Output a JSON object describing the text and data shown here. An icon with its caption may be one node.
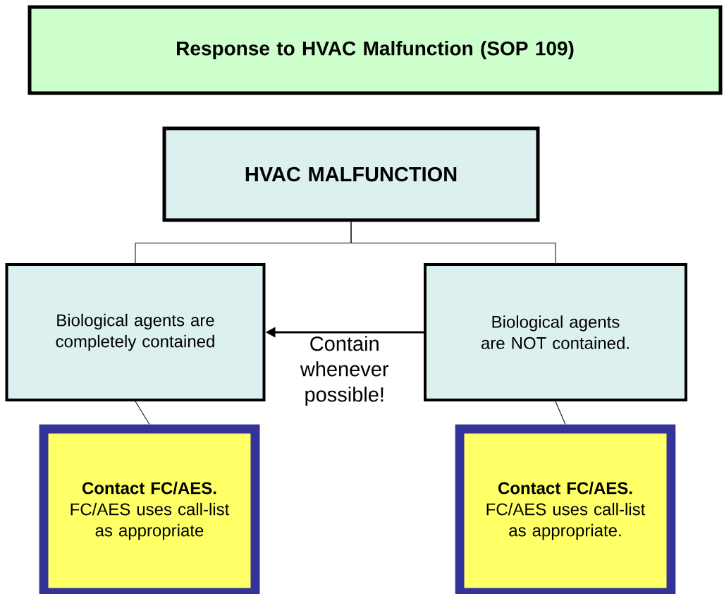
{
  "diagram": {
    "nodes": [
      {
        "text": [
          "Response to HVAC Malfunction (SOP 109)"
        ]
      },
      {
        "text": [
          "HVAC MALFUNCTION"
        ]
      },
      {
        "text": [
          "Biological agents are completely contained"
        ]
      },
      {
        "text": [
          "Biological agents are NOT contained."
        ]
      },
      {
        "text": [
          "Contact FC/AES.",
          "FC/AES uses call-list as appropriate"
        ]
      },
      {
        "text": [
          "Contact FC/AES.",
          "FC/AES uses call-list as appropriate."
        ]
      }
    ],
    "edges": [
      {
        "from": 1,
        "to": 2,
        "arrow": "none"
      },
      {
        "from": 1,
        "to": 3,
        "arrow": "none"
      },
      {
        "from": 3,
        "to": 2,
        "arrow": "to",
        "style": "thick",
        "label": "Contain whenever possible!"
      },
      {
        "from": 2,
        "to": 4,
        "arrow": "none"
      },
      {
        "from": 3,
        "to": 5,
        "arrow": "none"
      }
    ]
  }
}
